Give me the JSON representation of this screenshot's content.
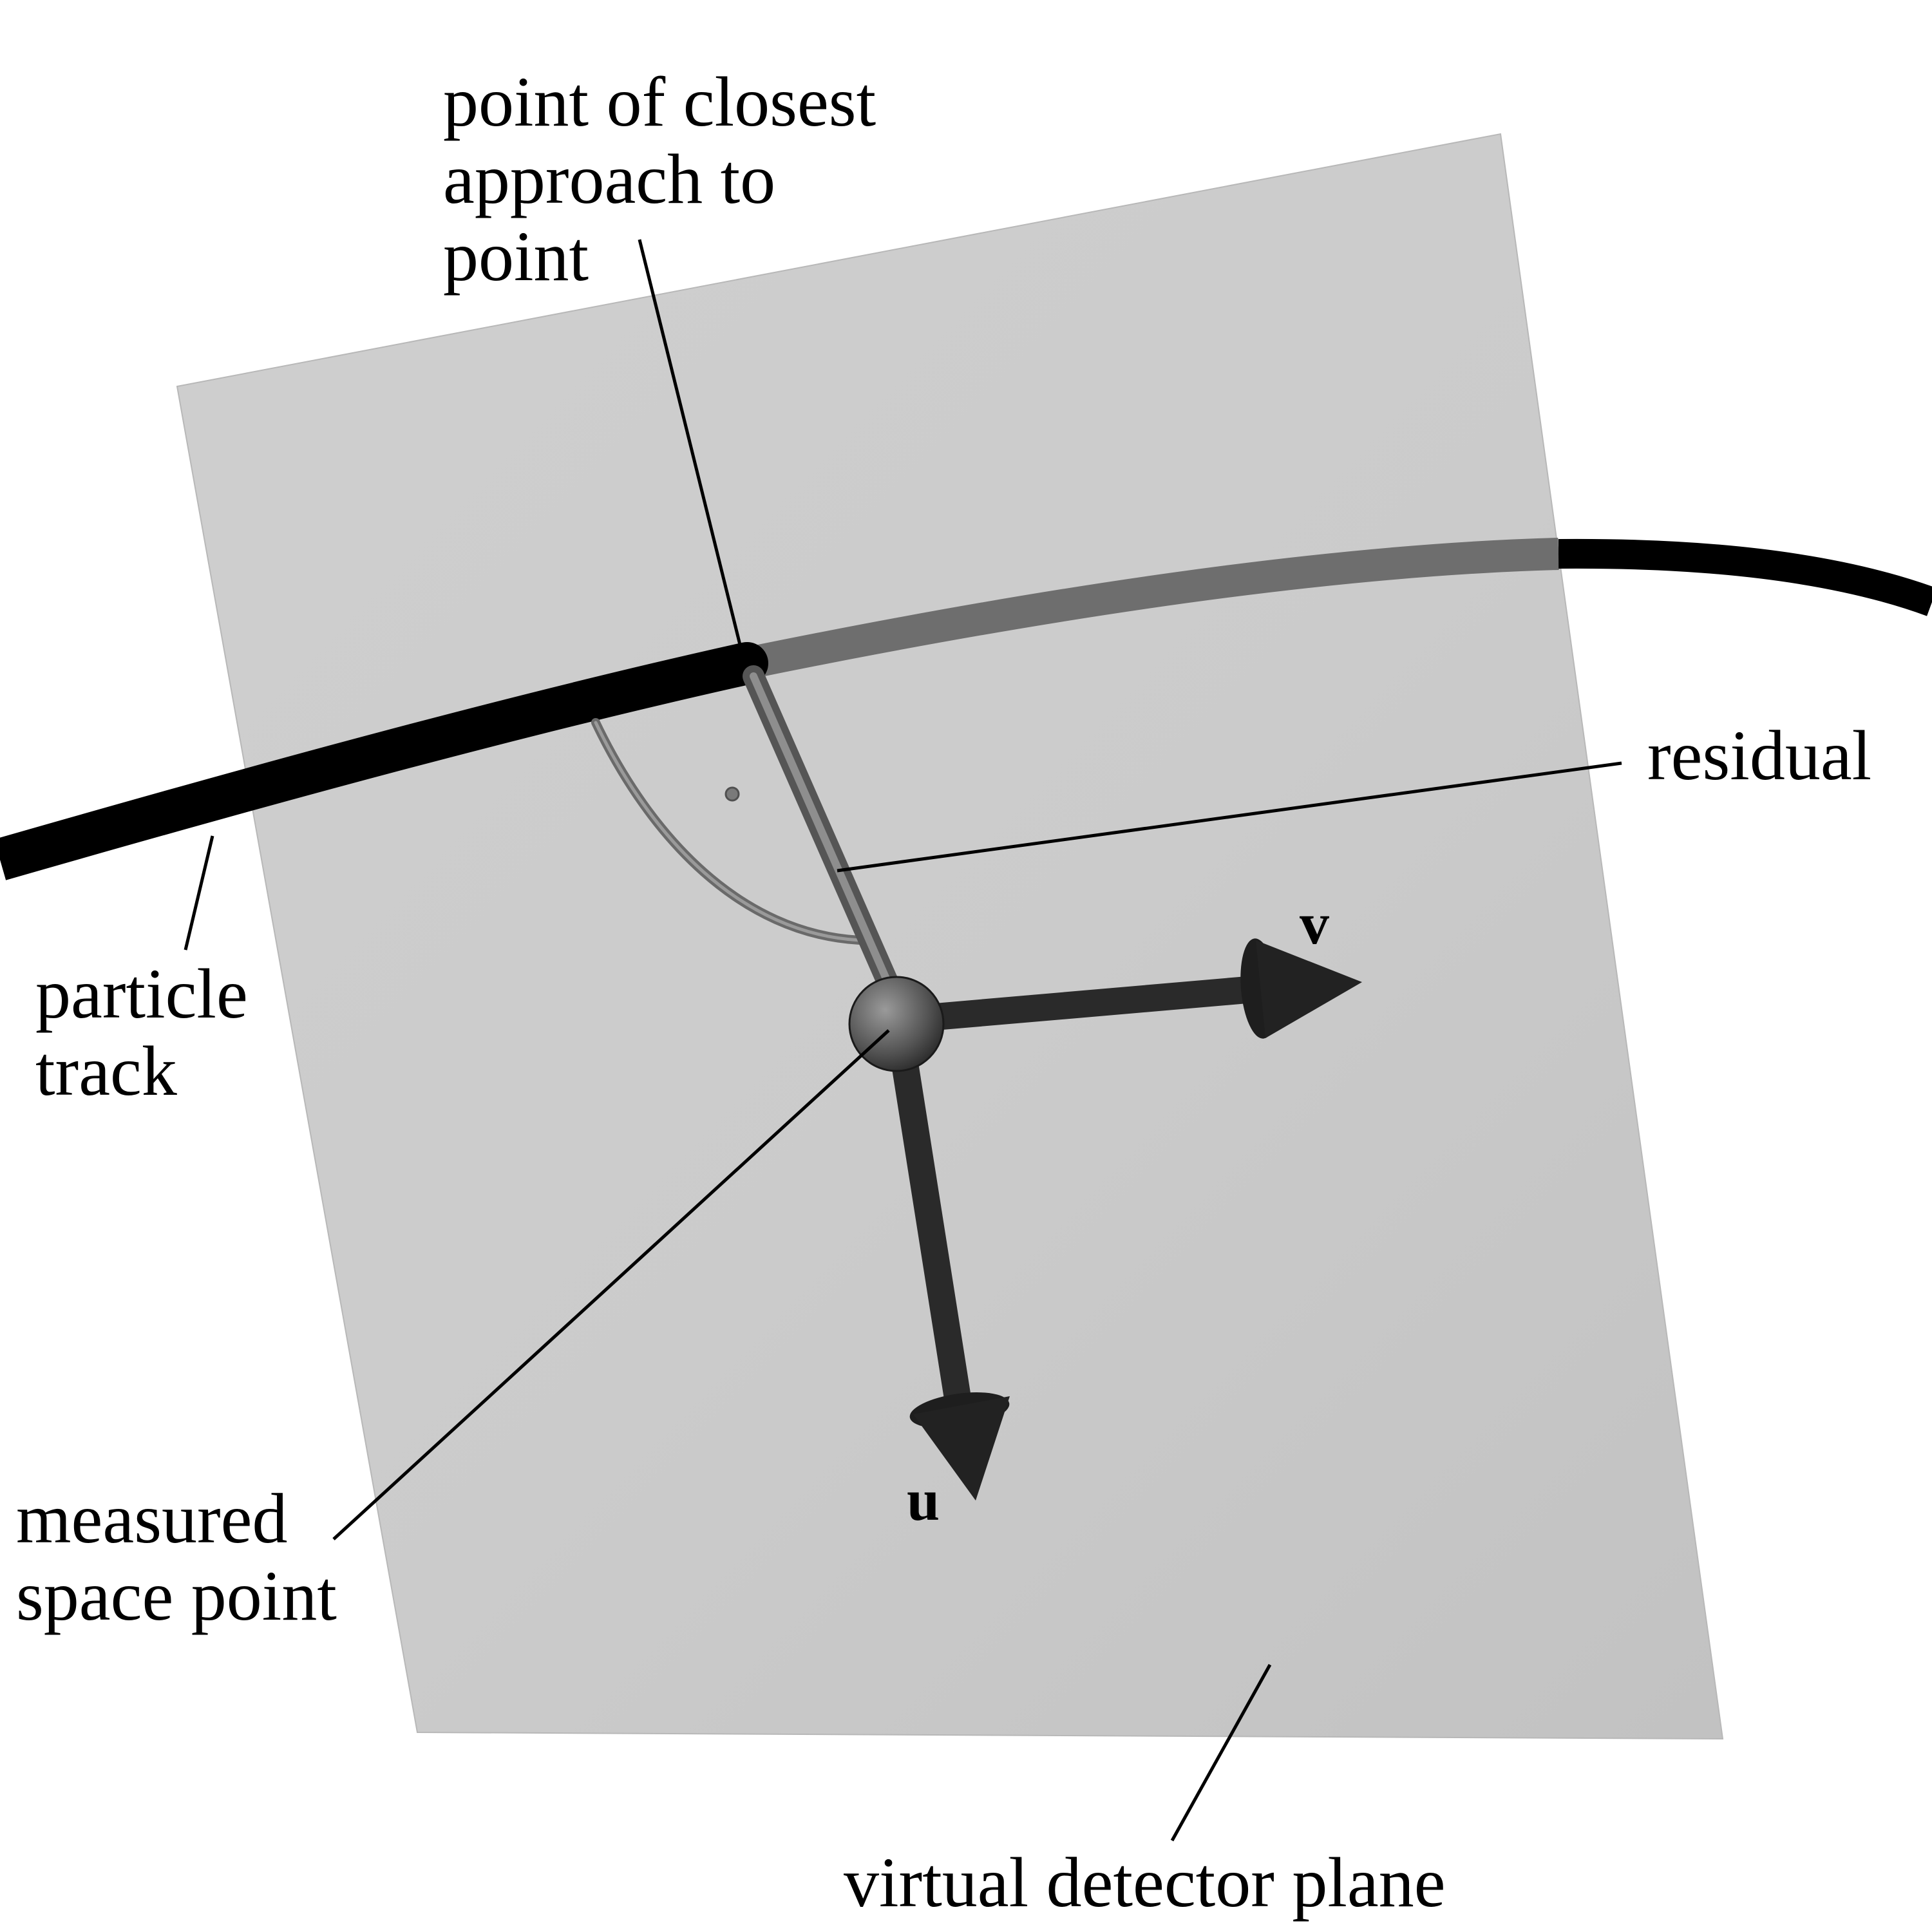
{
  "labels": {
    "closest_line1": "point of closest",
    "closest_line2": "approach to",
    "closest_line3": "point",
    "residual": "residual",
    "particle_line1": "particle",
    "particle_line2": "track",
    "measured_line1": "measured",
    "measured_line2": "space point",
    "plane": "virtual detector plane",
    "axis_u": "u",
    "axis_v": "v"
  },
  "colors": {
    "plane": "#c8c8c8",
    "track": "#000000",
    "track_behind_plane": "#6e6e6e",
    "axes": "#2a2a2a",
    "residual_tube": "#7a7a7a",
    "space_point": "#5a5a5a",
    "leader_lines": "#000000"
  }
}
